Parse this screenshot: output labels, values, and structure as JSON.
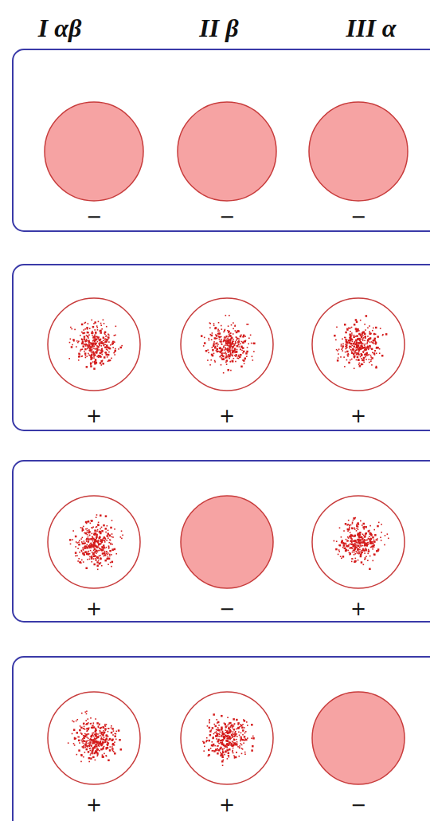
{
  "diagram": {
    "labels": [
      "I αβ",
      "II β",
      "III α",
      "−",
      "−",
      "−",
      "+",
      "+",
      "+",
      "+",
      "−",
      "+",
      "+",
      "+",
      "−"
    ]
  }
}
